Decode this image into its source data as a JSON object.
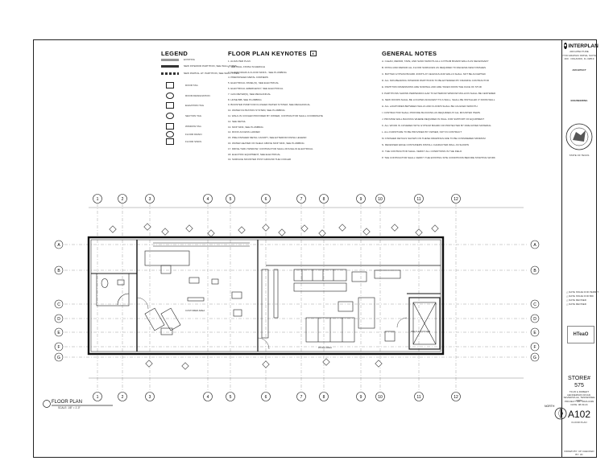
{
  "legend": {
    "title": "LEGEND",
    "items": [
      {
        "label": "EXISTING",
        "symbol": "existing-wall"
      },
      {
        "label": "NEW INTERIOR PARTITION, SEE WALL TYPES",
        "symbol": "new-partition"
      },
      {
        "label": "NEW PARTIAL HT. PARTITION, SEE WALL TYPES",
        "symbol": "partial-partition"
      },
      {
        "label": "DOOR TAG",
        "symbol": "door-tag"
      },
      {
        "label": "ROOM DESIGNATION",
        "symbol": "room-tag"
      },
      {
        "label": "ELEVATION TAG",
        "symbol": "elevation-tag"
      },
      {
        "label": "SECTION TAG",
        "symbol": "section-tag"
      },
      {
        "label": "WINDOW TAG",
        "symbol": "window-tag"
      },
      {
        "label": "FLOOR DRAIN",
        "symbol": "floor-drain"
      },
      {
        "label": "FLOOR SINKS",
        "symbol": "floor-sink"
      }
    ]
  },
  "keynotes": {
    "title": "FLOOR PLAN KEYNOTES",
    "title_badge": "X",
    "items": [
      "1.  ALIGN PER PLAN",
      "2.  SEE WALL FINISH SCHEDULE",
      "3.  FLOOR DRAIN & FLOOR SINKS - SEE PLUMBING",
      "4.  PREFINISHED METAL CORNERS",
      "5.  ELECTRICAL PANEL(S), SEE ELECTRICAL",
      "6.  ELECTRICAL EMERGENCY, SEE ELECTRICAL",
      "7.  GAS METER(S), SEE MECHANICAL",
      "8.  HOSE BIB, SEE PLUMBING",
      "9.  BOOSTER PUMP FOR FLUSHED WATER SYSTEM, SEE MECHANICAL",
      "10. WATER FILTRATION SYSTEM, SEE PLUMBING",
      "11. WALK-IN COOLER PROVIDED BY OWNER, CONTRACTOR SHALL COORDINATE",
      "12. SEE DETAIL",
      "13. MOP SINK, SEE PLUMBING",
      "14. ROOF ACCESS LADDER",
      "15. PRE-FINISHED METAL CANOPY, SEE EXTERIOR FINISH LEGEND",
      "16. WATER HEATER ON SHELF ABOVE MOP SINK, SEE PLUMBING",
      "17. DRIVE-THRU WINDOW, CONTRACTOR SHALL ROUGH-IN ELECTRICAL",
      "18. ELECTRIC EQUIPMENT, SEE ELECTRICAL",
      "19. SURFACE MOUNTED POST AROUND THE COOLER"
    ]
  },
  "general_notes": {
    "title": "GENERAL NOTES",
    "items": [
      "A.  CLEAN, REPAIR, TAPE, AND SAND SMOOTH ALL GYPSUM BOARD WALLS AS NECESSARY",
      "B.  PATCH AND REPAIR ALL FLOOR SURFACES AS REQUIRED TO RECEIVE NEW FINISHES",
      "C.  BUTTED GYPSUM BOARD JOINTS AT CEILINGS AND WALLS SHALL NOT BE ACCEPTED",
      "D.  ALL NON-BEARING INTERIOR PARTITIONS TO BE EXTENDED BY FRAMING CONTRACTOR",
      "E.  PARTITION DIMENSIONS ARE NOMINAL AND ARE TAKEN FROM THE FACE OF STUD",
      "F.  PARTITIONS SHOWN PERPENDICULAR TO EXTERIOR WINDOW MULLION SHALL BE CENTERED",
      "G.  NEW DOORS SHALL BE LOCATED ADJACENT TO A WALL, SHALL BE INSTALLED 4\" FROM WALL",
      "H.  ALL LAVATORIES BETWEEN WALLS AND FLOORS SHALL BE CAULKED SMOOTH",
      "I.  CONTRACTOR SHALL PROVIDE BLOCKING AS REQUIRED AT ALL MOUNTED ITEMS",
      "J.  PROVIDE WALL BACKING WHERE REQUIRED IN WALL FOR SUPPORT OF EQUIPMENT",
      "K.  ALL WOOD IS COVERED WITH GYPSUM BOARD OR PROTECTED BY FIRE RATED MATERIAL",
      "L.  ALL FURNITURE TO BE PROVIDED BY OWNER, NOT IN CONTRACT",
      "M.  FINISHED DETAILS SHOWN ON THESE DRAWINGS ARE TO BE CONSIDERED MINIMUM",
      "N.  RECESSED EDGE CONTAINERS INSTALL CHARACTER WALL AS SHOWN",
      "O.  THE CONTRACTOR SHALL VERIFY ALL CONDITIONS IN THE FIELD",
      "P.  THE CONTRACTOR SHALL VERIFY THE EXISTING SITE CONDITIONS BEFORE STARTING WORK"
    ]
  },
  "title_block": {
    "firm": "INTERPLAN",
    "firm_sub": "ARCHITECTURE",
    "address": "7719 GRAPHIC DRIVE, SUITE 400 · ORLANDO, FL 32819",
    "architect_label": "ARCHITECT",
    "engineering_label": "ENGINEERING",
    "seal_label": "STATE OF TEXAS",
    "revisions": [
      "△  DATE  ISSUE FOR PERMIT",
      "△  DATE  ISSUE FOR BID",
      "△  DATE  REVISED",
      "△  DATE  REVISED"
    ],
    "client_logo": "HTeaO",
    "store_label": "STORE#",
    "store_number": "575",
    "store_address": "TR-45 & ROBERT HENDERSON ROAD, SEVIERVILLE, TENNESSEE 37862",
    "project_no": "PROJECT NO.: 2024-0499",
    "date": "DATE: 08.09.24",
    "sheet_number": "A102",
    "sheet_title": "FLOOR PLAN",
    "footer": "DRAWN BY: CP   CHECKED BY: JD"
  },
  "plan": {
    "title": "FLOOR PLAN",
    "scale": "SCALE:  1/8\" = 1'-0\"",
    "north_label": "NORTH",
    "grid_columns": [
      "1",
      "2",
      "3",
      "4",
      "5",
      "6",
      "7",
      "8",
      "9",
      "10",
      "11",
      "12"
    ],
    "grid_rows": [
      "A",
      "B",
      "C",
      "D",
      "E",
      "F",
      "G"
    ],
    "rooms": [
      {
        "id": "walk-in",
        "label": "WALK-IN COOLER"
      },
      {
        "id": "customer",
        "label": "CUSTOMER AREA"
      },
      {
        "id": "work",
        "label": "WORK AREA"
      }
    ]
  }
}
